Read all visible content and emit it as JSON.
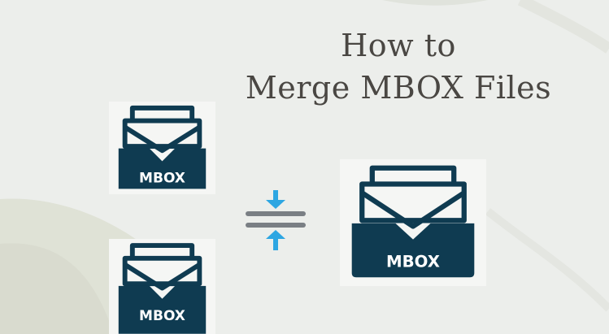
{
  "title": {
    "line1": "How to",
    "line2": "Merge MBOX Files"
  },
  "icons": {
    "source_1": {
      "label": "MBOX",
      "icon": "mbox-inbox-tray-icon"
    },
    "source_2": {
      "label": "MBOX",
      "icon": "mbox-inbox-tray-icon"
    },
    "result": {
      "label": "MBOX",
      "icon": "mbox-inbox-tray-icon"
    },
    "merge": {
      "icon": "merge-arrows-icon"
    }
  },
  "colors": {
    "navy": "#0f3b51",
    "arrow_blue": "#2da6e2",
    "divider_gray": "#7a7f84",
    "background": "#eceeeb",
    "title_text": "#4a4743"
  }
}
